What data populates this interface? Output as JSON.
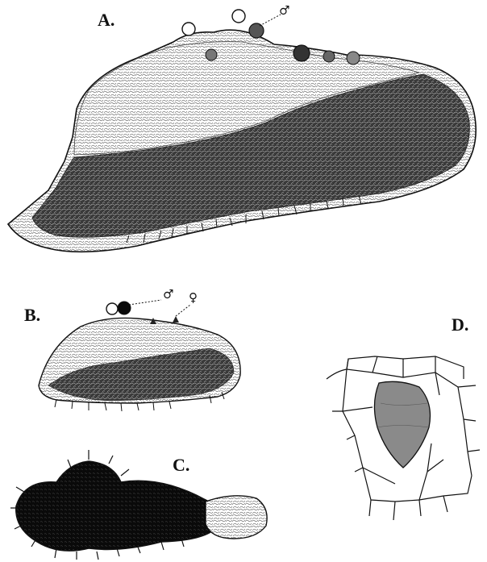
{
  "labels": {
    "a": "A.",
    "b": "B.",
    "c": "C.",
    "d": "D."
  },
  "symbols": {
    "male_a": "♂",
    "male_b": "♂",
    "female_b": "♀"
  },
  "colors": {
    "ink": "#111111",
    "paper": "#ffffff",
    "cell_fill": "#8a8a8a"
  }
}
